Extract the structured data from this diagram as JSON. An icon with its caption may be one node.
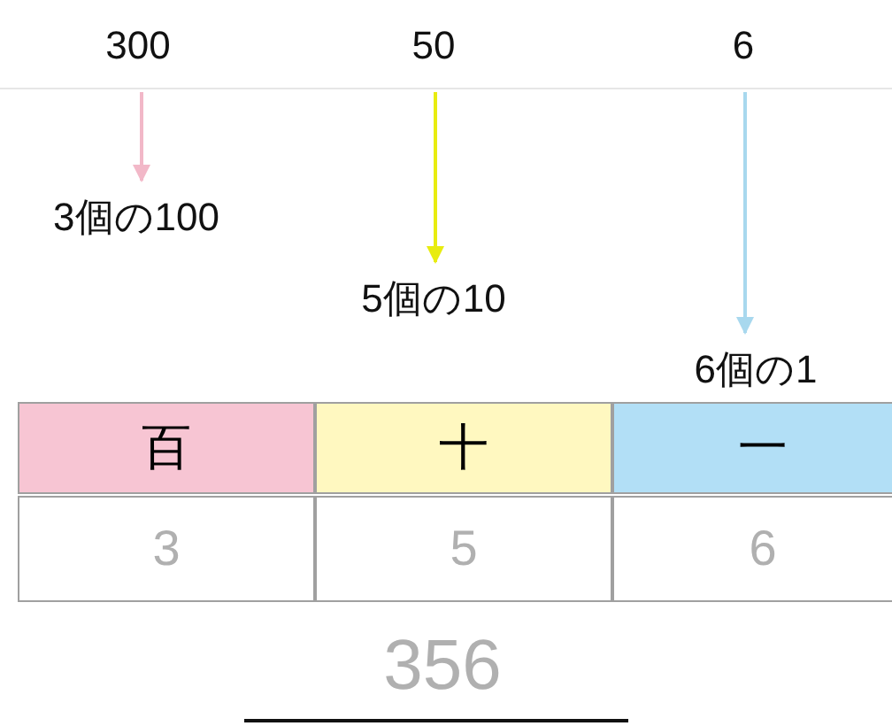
{
  "diagram": {
    "nodes": [
      {
        "text": [
          "300"
        ]
      },
      {
        "text": [
          "50"
        ]
      },
      {
        "text": [
          "6"
        ]
      },
      {
        "text": [
          "3個の100"
        ]
      },
      {
        "text": [
          "5個の10"
        ]
      },
      {
        "text": [
          "6個の1"
        ]
      },
      {
        "text": [
          "百"
        ]
      },
      {
        "text": [
          "十"
        ]
      },
      {
        "text": [
          "一"
        ]
      },
      {
        "text": [
          "3"
        ]
      },
      {
        "text": [
          "5"
        ]
      },
      {
        "text": [
          "6"
        ]
      }
    ],
    "edges": [
      {
        "from": 0,
        "to": 3,
        "arrow": "to",
        "color": "#f2b8c8"
      },
      {
        "from": 1,
        "to": 4,
        "arrow": "to",
        "color": "#e8ec10"
      },
      {
        "from": 2,
        "to": 5,
        "arrow": "to",
        "color": "#a8d8ee"
      }
    ],
    "labels": [
      "356"
    ]
  }
}
